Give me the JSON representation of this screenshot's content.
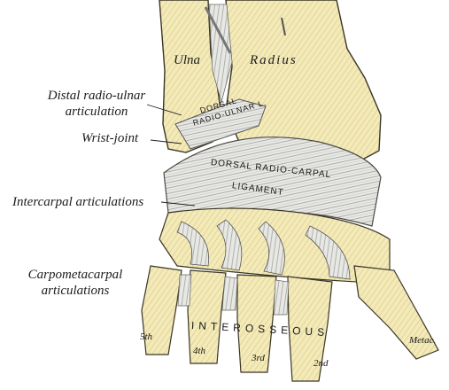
{
  "labels": {
    "ulna": "Ulna",
    "radius": "Radius",
    "distal_radio_ulnar_line1": "Distal radio-ulnar",
    "distal_radio_ulnar_line2": "articulation",
    "wrist_joint": "Wrist-joint",
    "intercarpal": "Intercarpal articulations",
    "carpometacarpal_line1": "Carpometacarpal",
    "carpometacarpal_line2": "articulations"
  },
  "inscriptions": {
    "dorsal_ru_1": "DORSAL",
    "dorsal_ru_2": "RADIO-ULNAR L.",
    "dorsal_rc_1": "DORSAL RADIO-CARPAL",
    "dorsal_rc_2": "LIGAMENT",
    "interosseous": "INTEROSSEOUS",
    "metacarpal": "Metac."
  },
  "metacarpal_numbers": {
    "fifth": "5th",
    "fourth": "4th",
    "third": "3rd",
    "second": "2nd"
  },
  "colors": {
    "bone": "#f3eab8",
    "bone_shade": "#d9cc8c",
    "ligament": "#e6e6e6",
    "ligament_shade": "#b8b8b8",
    "ink": "#2a2a2a"
  }
}
